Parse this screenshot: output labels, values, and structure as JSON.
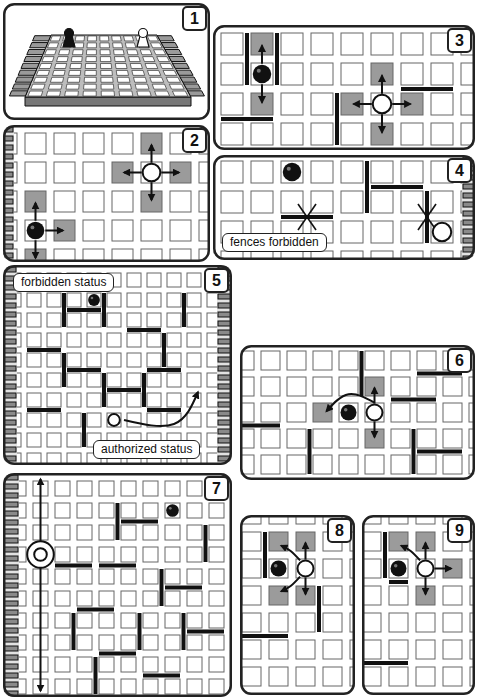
{
  "diagram": {
    "nodes": [
      {
        "text": [
          "1"
        ]
      },
      {
        "text": [
          "3"
        ]
      },
      {
        "text": [
          "2"
        ]
      },
      {
        "text": [
          "4"
        ]
      },
      {
        "text": [
          "fences forbidden"
        ]
      },
      {
        "text": [
          "5"
        ]
      },
      {
        "text": [
          "forbidden status"
        ]
      },
      {
        "text": [
          "6"
        ]
      },
      {
        "text": [
          "authorized status"
        ]
      },
      {
        "text": [
          "7"
        ]
      },
      {
        "text": [
          "8"
        ]
      },
      {
        "text": [
          "9"
        ]
      }
    ]
  }
}
